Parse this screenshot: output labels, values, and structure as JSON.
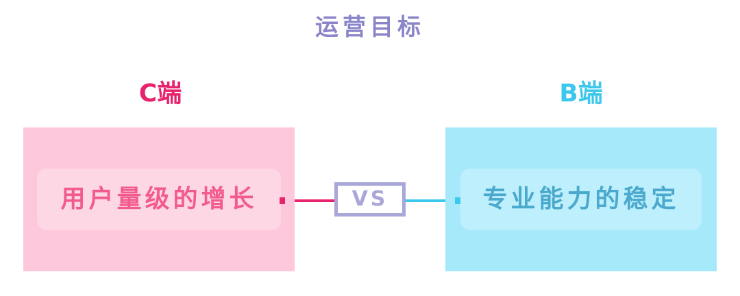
{
  "title": "运营目标",
  "left": {
    "label": "C端",
    "goal": "用户量级的增长"
  },
  "right": {
    "label": "B端",
    "goal": "专业能力的稳定"
  },
  "vs": "VS",
  "colors": {
    "title": "#8a85c9",
    "left_accent": "#e8236d",
    "left_panel": "#fec8dc",
    "left_text": "#f25b8e",
    "right_accent": "#3cc7ec",
    "right_panel": "#a5e9fb",
    "right_text": "#4aa9cc",
    "vs_border": "#a9a6d9",
    "vs_text": "#a9a6d9"
  }
}
